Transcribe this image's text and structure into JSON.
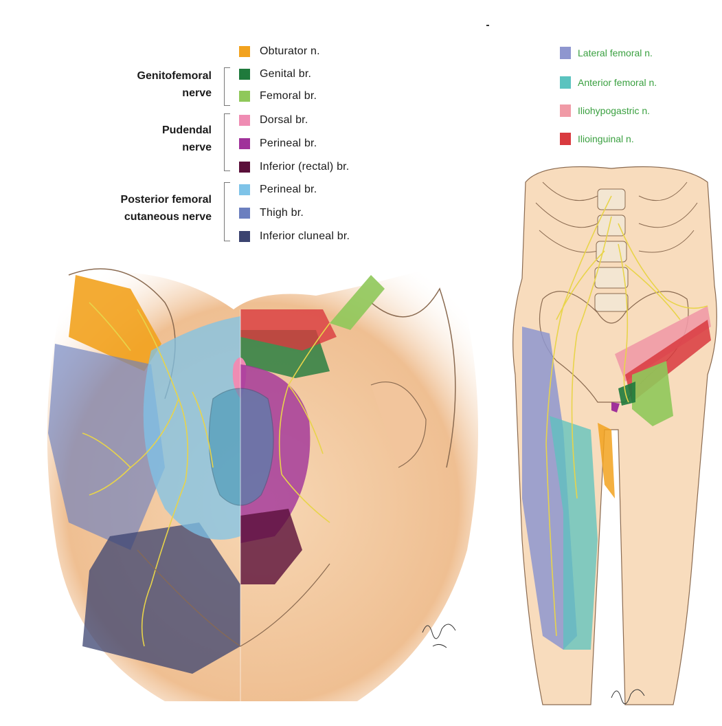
{
  "left_legend": {
    "groups": [
      {
        "label_line1": "Genitofemoral",
        "label_line2": "nerve"
      },
      {
        "label_line1": "Pudendal",
        "label_line2": "nerve"
      },
      {
        "label_line1": "Posterior femoral",
        "label_line2": "cutaneous nerve"
      }
    ],
    "items": [
      {
        "label": "Obturator n.",
        "color": "#f2a21e"
      },
      {
        "label": "Genital br.",
        "color": "#1f7a3c"
      },
      {
        "label": "Femoral br.",
        "color": "#8fc85a"
      },
      {
        "label": "Dorsal br.",
        "color": "#ef8cb3"
      },
      {
        "label": "Perineal br.",
        "color": "#a0329a"
      },
      {
        "label": "Inferior (rectal) br.",
        "color": "#5a0f3a"
      },
      {
        "label": "Perineal br.",
        "color": "#7ec3e8"
      },
      {
        "label": "Thigh br.",
        "color": "#6b7fbf"
      },
      {
        "label": "Inferior cluneal br.",
        "color": "#3b4370"
      }
    ]
  },
  "right_legend": {
    "items": [
      {
        "label": "Lateral femoral n.",
        "color": "#8e96cf"
      },
      {
        "label": "Anterior femoral n.",
        "color": "#5bc3bf"
      },
      {
        "label": "Iliohypogastric n.",
        "color": "#f09aa6"
      },
      {
        "label": "Ilioinguinal n.",
        "color": "#d93a3f"
      }
    ]
  },
  "colors": {
    "skin": "#f6d2ac",
    "skin_shade": "#ebb786",
    "nerve": "#e8d44a",
    "outline": "#8a6a50"
  }
}
